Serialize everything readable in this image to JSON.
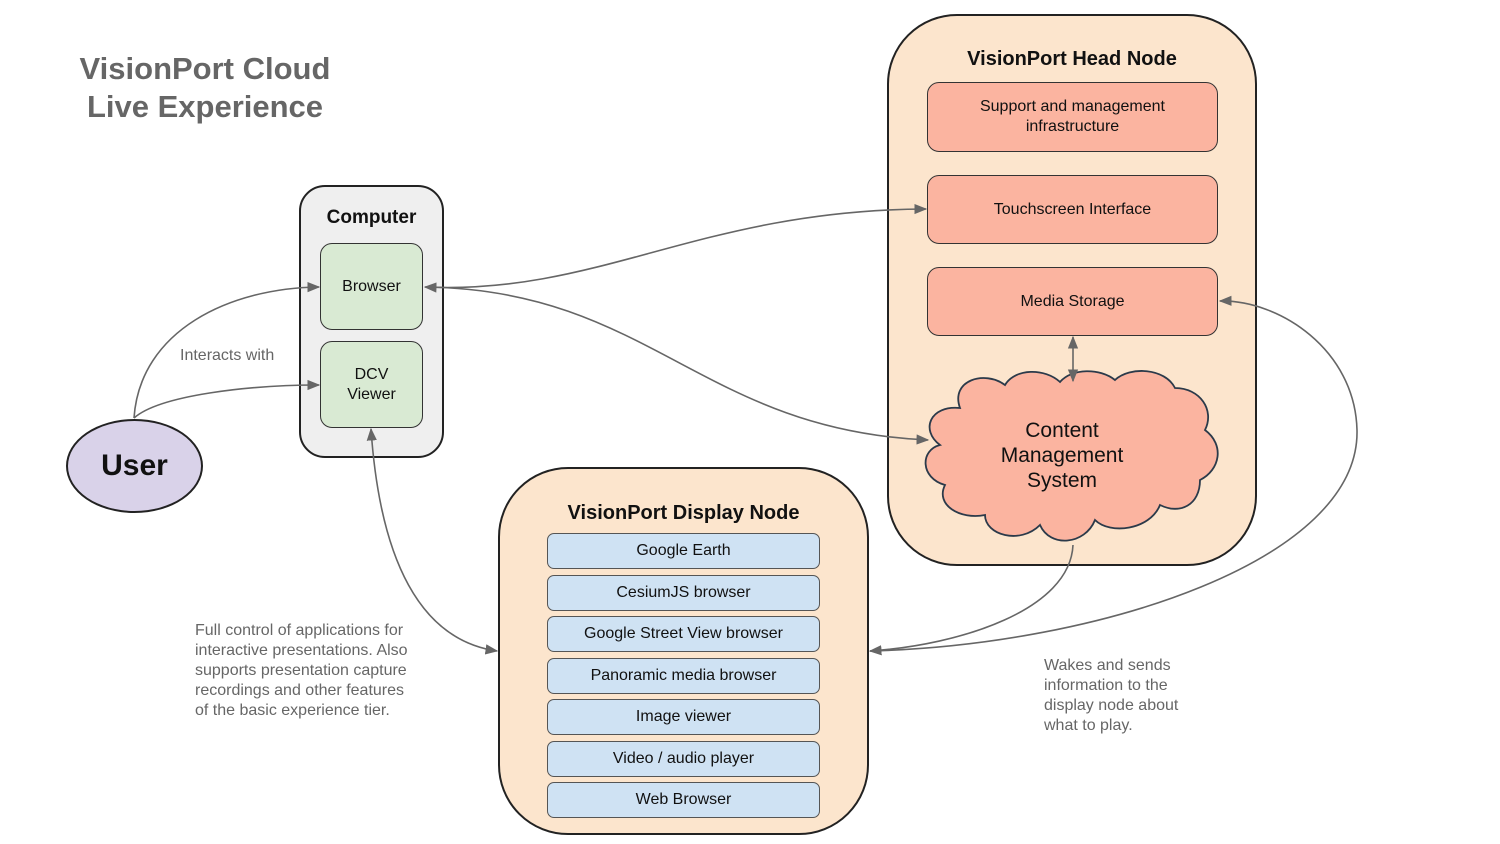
{
  "title": {
    "line1": "VisionPort Cloud",
    "line2": "Live Experience"
  },
  "user": {
    "label": "User"
  },
  "computer": {
    "title": "Computer",
    "browser": "Browser",
    "dcv_line1": "DCV",
    "dcv_line2": "Viewer"
  },
  "head_node": {
    "title": "VisionPort Head Node",
    "support_line1": "Support and management",
    "support_line2": "infrastructure",
    "touchscreen": "Touchscreen Interface",
    "media_storage": "Media Storage",
    "cms_line1": "Content",
    "cms_line2": "Management",
    "cms_line3": "System"
  },
  "display_node": {
    "title": "VisionPort Display Node",
    "apps": [
      "Google Earth",
      "CesiumJS browser",
      "Google Street View browser",
      "Panoramic media browser",
      "Image viewer",
      "Video / audio player",
      "Web Browser"
    ]
  },
  "annotations": {
    "interacts_with": "Interacts with",
    "full_control": [
      "Full control of applications for",
      "interactive presentations. Also",
      "supports presentation capture",
      "recordings and other features",
      "of the basic experience tier."
    ],
    "wakes": [
      "Wakes and sends",
      "information to the",
      "display node about",
      "what to play."
    ]
  },
  "colors": {
    "container_orange": "#fce5cd",
    "box_salmon": "#fbb4a0",
    "box_green": "#d9ead3",
    "box_blue": "#cfe2f3",
    "user_purple": "#d9d2e9",
    "computer_gray": "#efefef",
    "connector": "#666666"
  }
}
